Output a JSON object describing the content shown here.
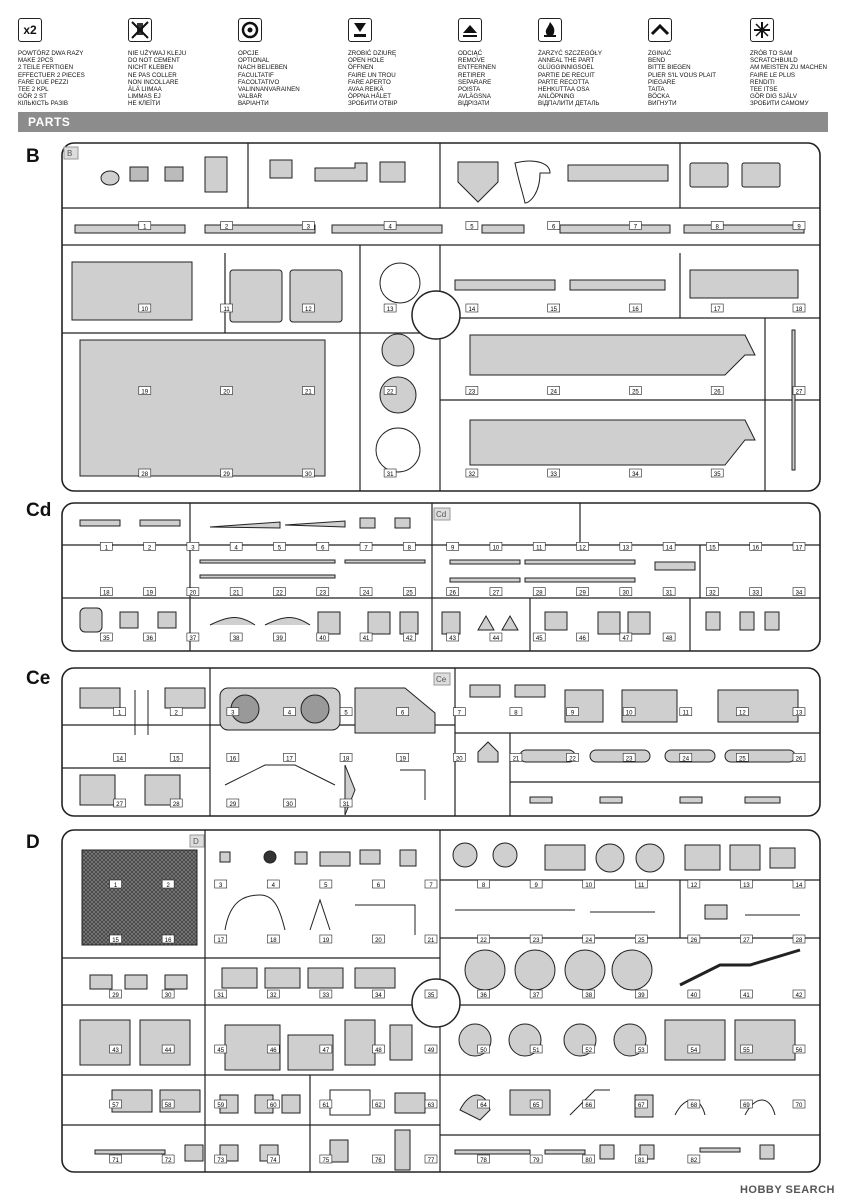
{
  "legend": [
    {
      "icon": "x2-icon",
      "symbol": "x2",
      "text": "POWTÓRZ DWA RAZY\nMAKE 2pcs\n2 TEILE FERTIGEN\nEFFECTUER 2 PIECES\nFARE DUE PEZZI\nTEE 2 KPL\nGÖR 2 ST\nКІЛЬКІСТЬ РАЗІВ"
    },
    {
      "icon": "no-glue-icon",
      "symbol": "",
      "text": "NIE UŻYWAJ KLEJU\nDO NOT CEMENT\nNICHT KLEBEN\nNE PAS COLLER\nNON INCOLLARE\nÄLÄ LIIMAA\nLIMMAS EJ\nНЕ КЛЕЇТИ"
    },
    {
      "icon": "option-icon",
      "symbol": "",
      "text": "OPCJE\nOPTIONAL\nNACH BELIEBEN\nFACULTATIF\nFACOLTATIVO\nVALINNANVARAINEN\nVALBAR\nВАРІАНТИ"
    },
    {
      "icon": "drill-hole-icon",
      "symbol": "",
      "text": "ZROBIĆ DZIURĘ\nOPEN HOLE\nÖFFNEN\nFAIRE UN TROU\nFARE APERTO\nAVAA REIKÄ\nÖPPNA HÅLET\nЗРОБИТИ ОТВІР"
    },
    {
      "icon": "remove-icon",
      "symbol": "",
      "text": "ODCIĄĆ\nREMOVE\nENTFERNEN\nRETIRER\nSEPARARE\nPOISTA\nAVLÄGSNA\nВІДРІЗАТИ"
    },
    {
      "icon": "anneal-icon",
      "symbol": "",
      "text": "ŻARZYĆ SZCZEGÓŁY\nANNEAL THE PART\nGLÜGGINNIGSOEL\nPARTIE DE RECUIT\nPARTE RECOTTA\nHEHKUTTAA OSA\nANLÖPNING\nВІДПАЛИТИ ДЕТАЛЬ"
    },
    {
      "icon": "bend-icon",
      "symbol": "",
      "text": "ZGINAĆ\nBEND\nBITTE BIEGEN\nPLIER S'IL VOUS PLAIT\nPIEGARE\nTAITA\nBÖCKA\nВИГНУТИ"
    },
    {
      "icon": "scratchbuild-icon",
      "symbol": "",
      "text": "ZRÓB TO SAM\nSCRATCHBUILD\nAM MEISTEN ZU MACHEN\nFAIRE LE PLUS\nRENDITI\nTEE ITSE\nGÖR DIG SJÄLV\nЗРОБИТИ САМОМУ"
    }
  ],
  "parts_title": "PARTS",
  "sections": [
    {
      "label": "B"
    },
    {
      "label": "Cd"
    },
    {
      "label": "Ce"
    },
    {
      "label": "D"
    }
  ],
  "sprue_tags": {
    "B": "B",
    "Cd": "Cd",
    "Ce": "Ce",
    "D": "D"
  },
  "numbers": {
    "B": [
      "1",
      "2",
      "3",
      "4",
      "5",
      "6",
      "7",
      "8",
      "9",
      "10",
      "11",
      "12",
      "13",
      "14",
      "15",
      "16",
      "17",
      "18",
      "19",
      "20",
      "21",
      "22",
      "23",
      "24",
      "25",
      "26",
      "27",
      "28",
      "29",
      "30",
      "31",
      "32",
      "33",
      "34",
      "35"
    ],
    "Cd": [
      "1",
      "2",
      "3",
      "4",
      "5",
      "6",
      "7",
      "8",
      "9",
      "10",
      "11",
      "12",
      "13",
      "14",
      "15",
      "16",
      "17",
      "18",
      "19",
      "20",
      "21",
      "22",
      "23",
      "24",
      "25",
      "26",
      "27",
      "28",
      "29",
      "30",
      "31",
      "32",
      "33",
      "34",
      "35",
      "36",
      "37",
      "38",
      "39",
      "40",
      "41",
      "42",
      "43",
      "44",
      "45",
      "46",
      "47",
      "48"
    ],
    "Ce": [
      "1",
      "2",
      "3",
      "4",
      "5",
      "6",
      "7",
      "8",
      "9",
      "10",
      "11",
      "12",
      "13",
      "14",
      "15",
      "16",
      "17",
      "18",
      "19",
      "20",
      "21",
      "22",
      "23",
      "24",
      "25",
      "26",
      "27",
      "28",
      "29",
      "30",
      "31"
    ],
    "D": [
      "1",
      "2",
      "3",
      "4",
      "5",
      "6",
      "7",
      "8",
      "9",
      "10",
      "11",
      "12",
      "13",
      "14",
      "15",
      "16",
      "17",
      "18",
      "19",
      "20",
      "21",
      "22",
      "23",
      "24",
      "25",
      "26",
      "27",
      "28",
      "29",
      "30",
      "31",
      "32",
      "33",
      "34",
      "35",
      "36",
      "37",
      "38",
      "39",
      "40",
      "41",
      "42",
      "43",
      "44",
      "45",
      "46",
      "47",
      "48",
      "49",
      "50",
      "51",
      "52",
      "53",
      "54",
      "55",
      "56",
      "57",
      "58",
      "59",
      "60",
      "61",
      "62",
      "63",
      "64",
      "65",
      "66",
      "67",
      "68",
      "69",
      "70",
      "71",
      "72",
      "73",
      "74",
      "75",
      "76",
      "77",
      "78",
      "79",
      "80",
      "81",
      "82"
    ]
  },
  "watermark": "HOBBY SEARCH"
}
